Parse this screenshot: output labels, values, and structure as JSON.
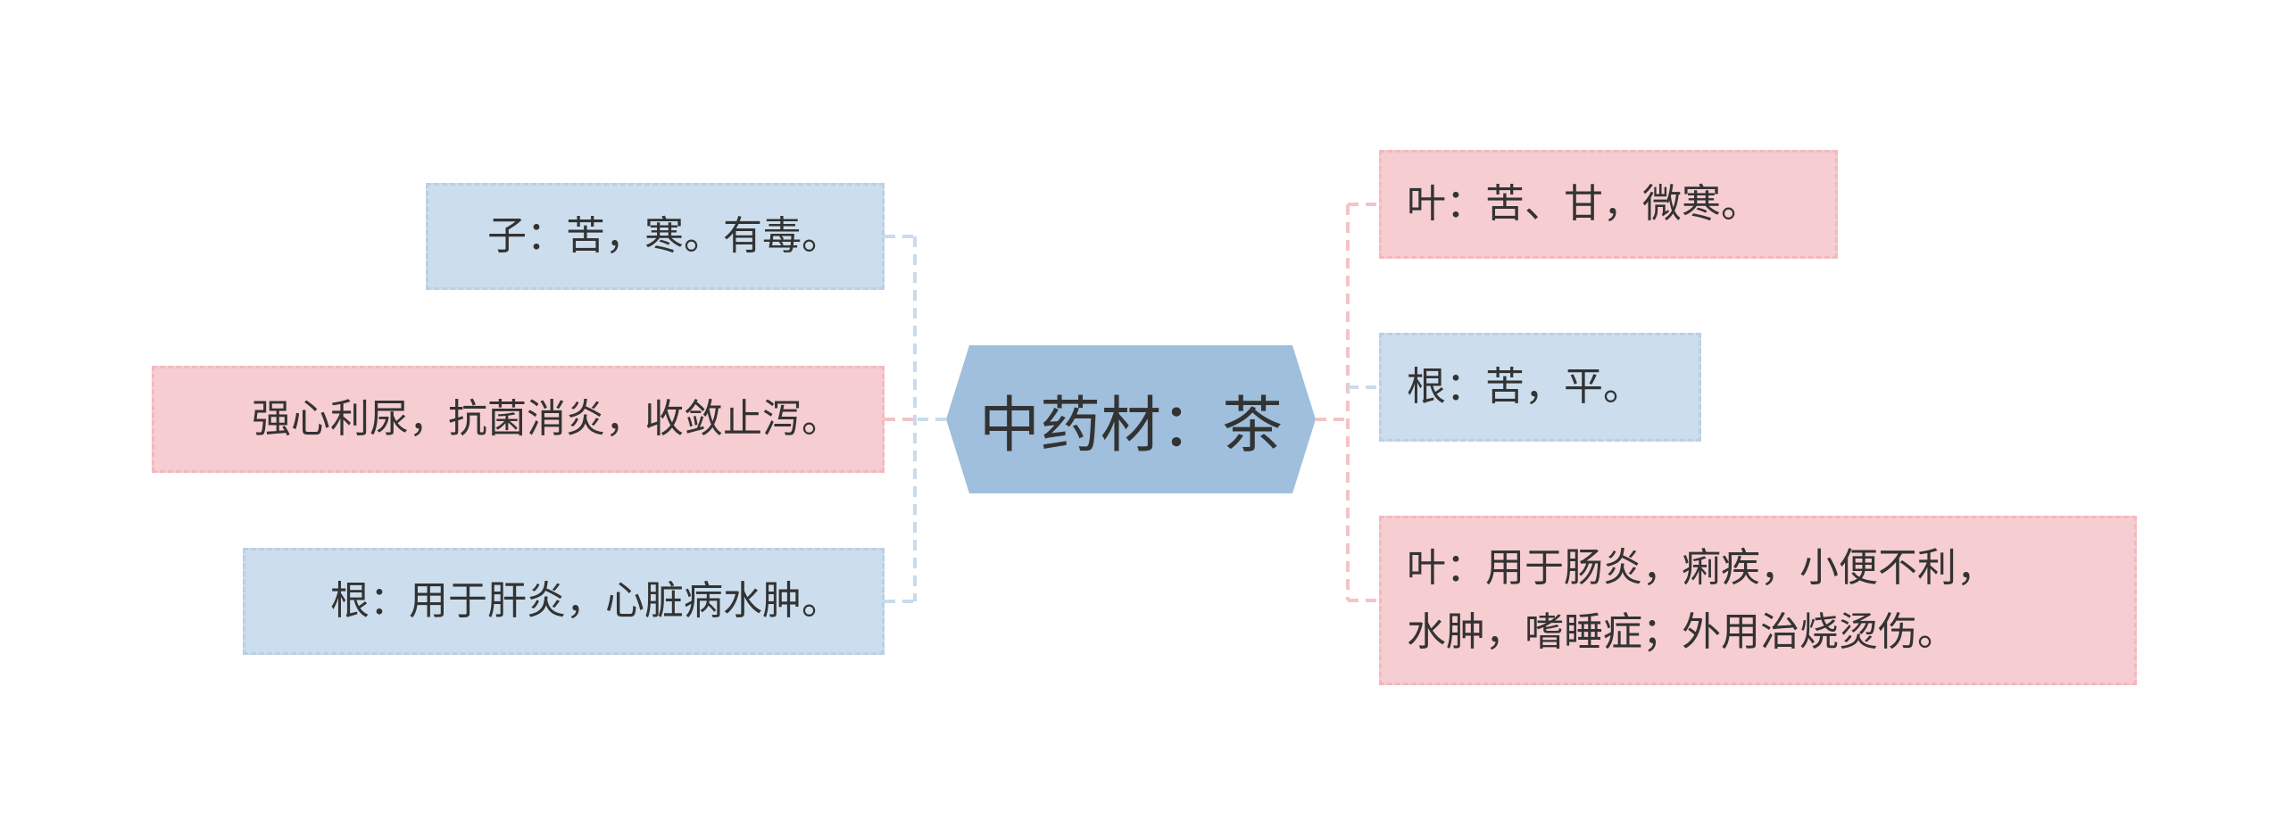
{
  "center": {
    "title": "中药材：茶",
    "color": "#9fbfdc"
  },
  "left_nodes": [
    {
      "text": "子：苦，寒。有毒。",
      "color": "blue"
    },
    {
      "text": "强心利尿，抗菌消炎，收敛止泻。",
      "color": "pink"
    },
    {
      "text": "根：用于肝炎，心脏病水肿。",
      "color": "blue"
    }
  ],
  "right_nodes": [
    {
      "text": "叶：苦、甘，微寒。",
      "color": "pink"
    },
    {
      "text": "根：苦，平。",
      "color": "blue"
    },
    {
      "lines": [
        "叶：用于肠炎，痢疾，小便不利，",
        "水肿，嗜睡症；外用治烧烫伤。"
      ],
      "color": "pink"
    }
  ],
  "colors": {
    "pink_fill": "#f6cdd1",
    "pink_border": "#f3b9bf",
    "blue_fill": "#ccdeed",
    "blue_border": "#b9d0e6",
    "center_fill": "#9fbfdc",
    "text": "#333333"
  }
}
